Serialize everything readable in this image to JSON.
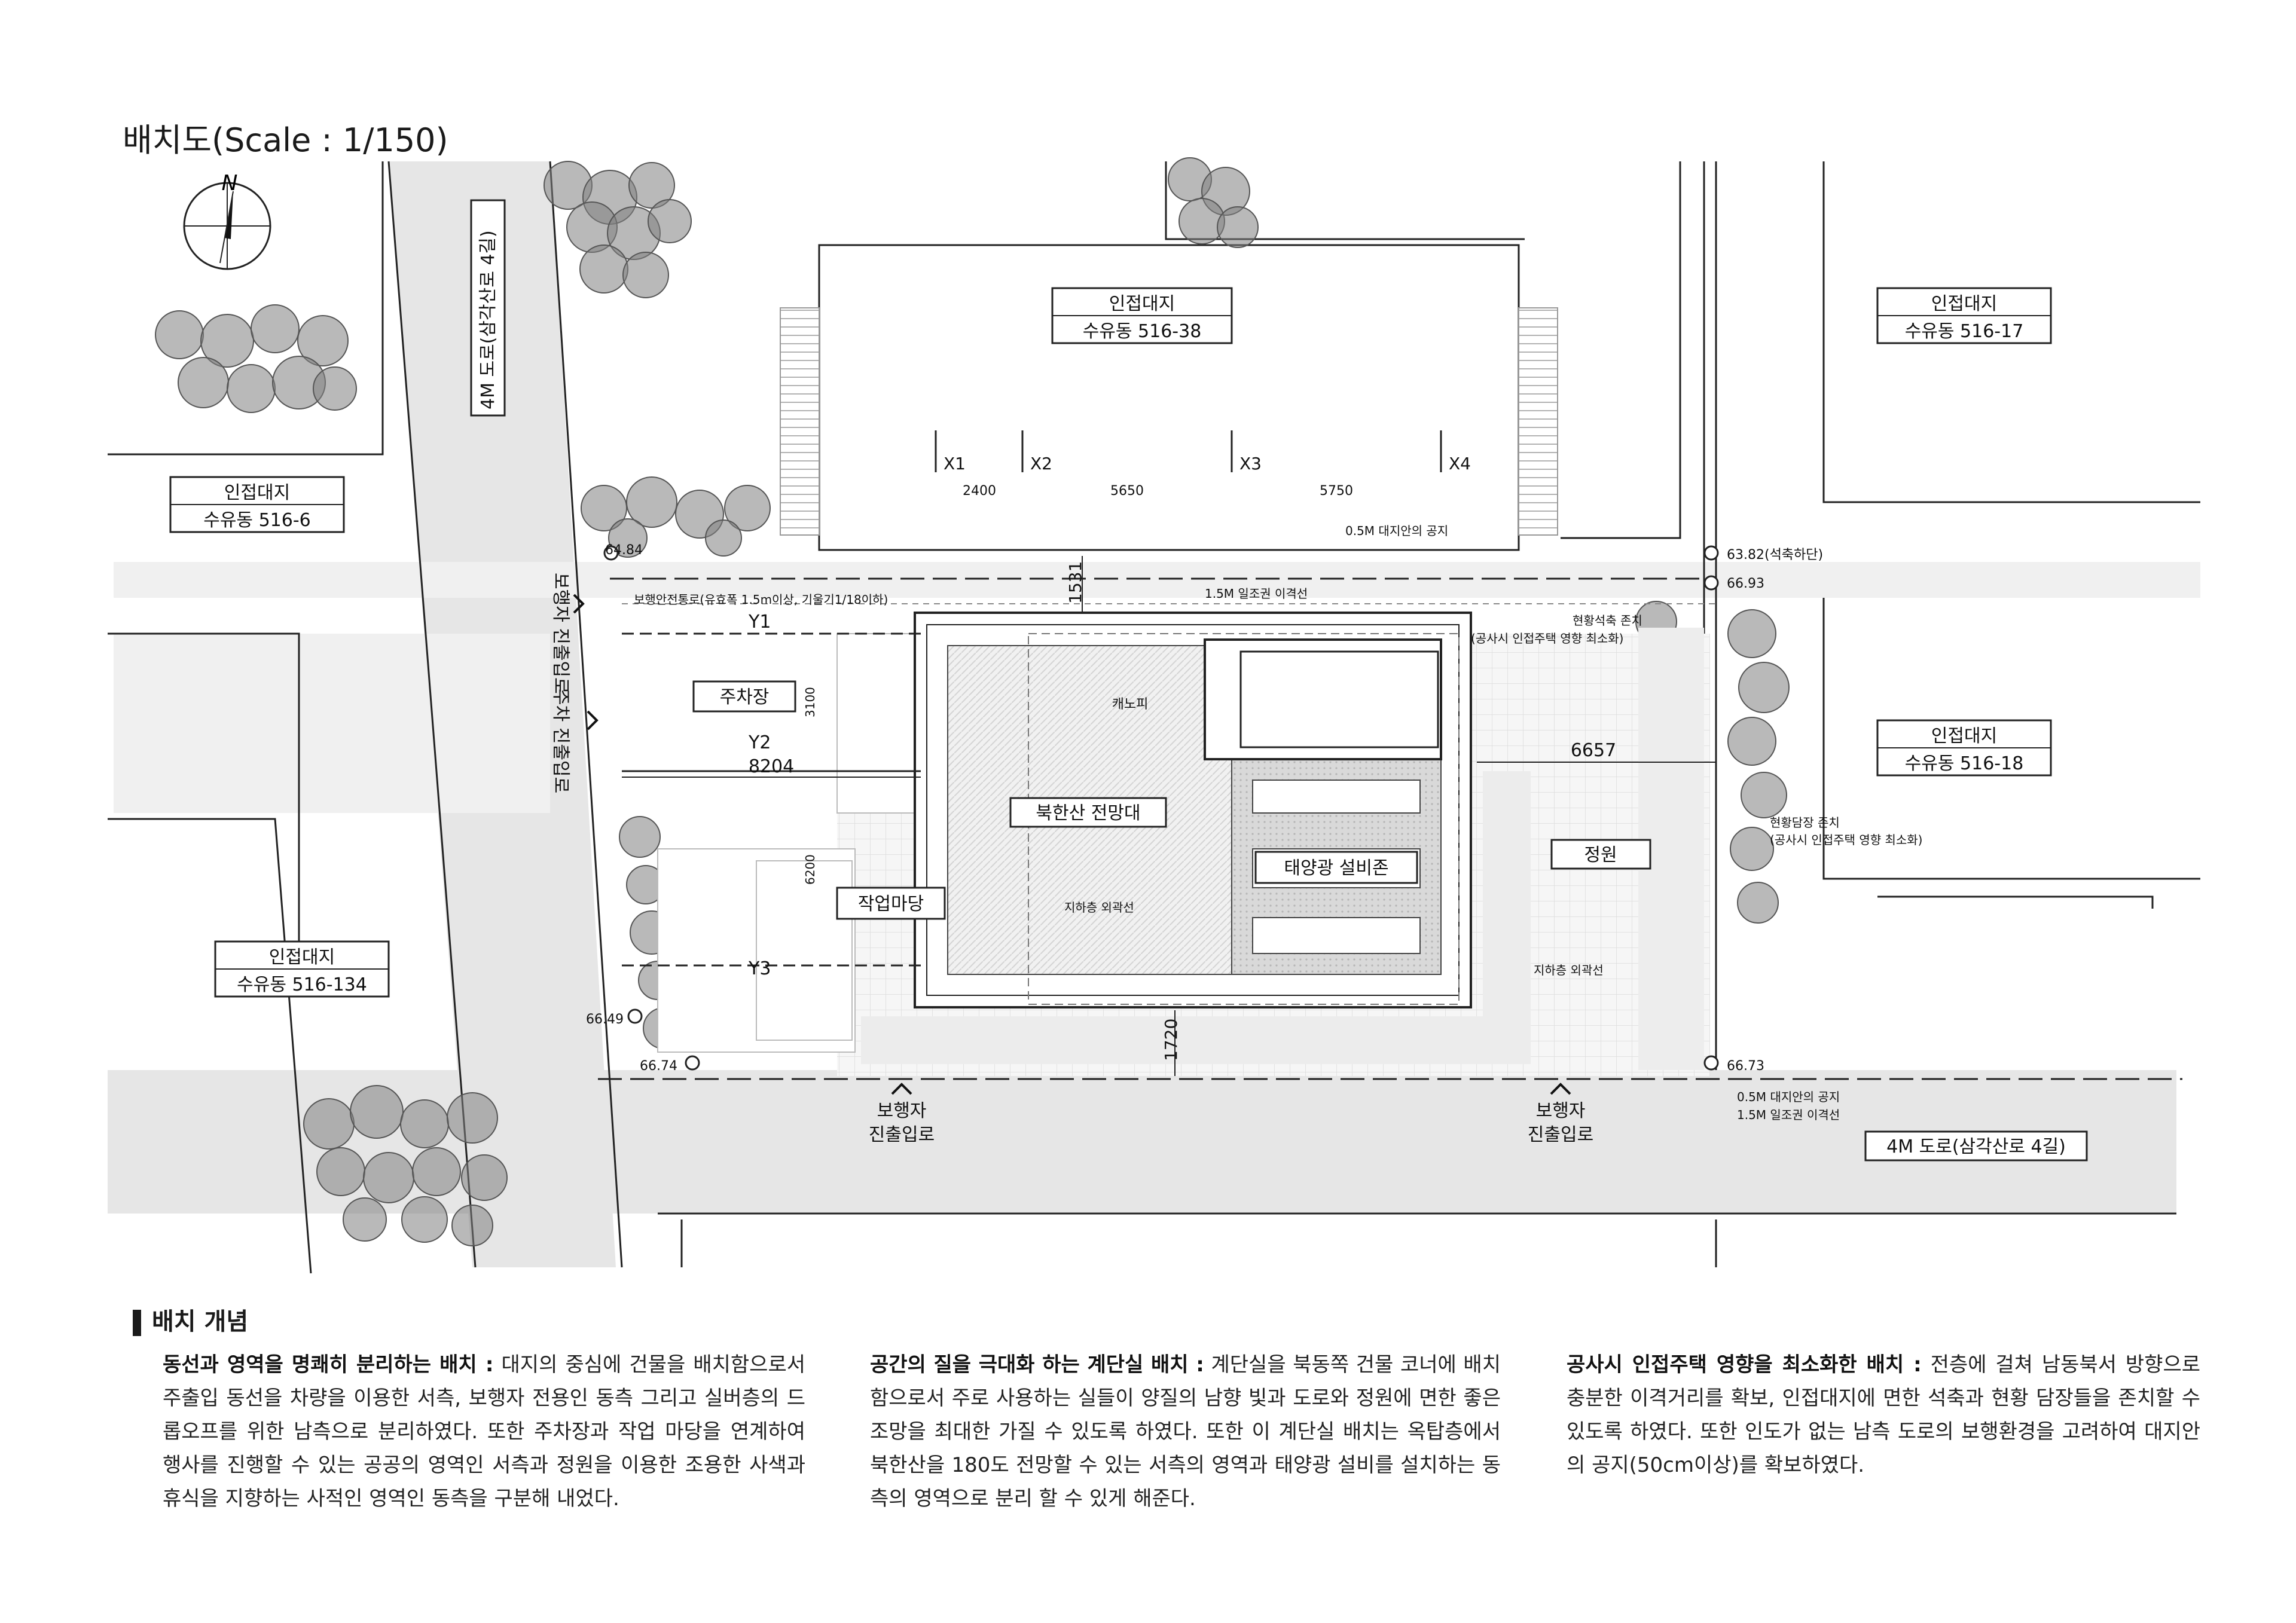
{
  "sheet_title": "배치도(Scale : 1/150)",
  "north": "N",
  "roads": {
    "west": "4M 도로(삼각산로 4길)",
    "south": "4M 도로(삼각산로 4길)"
  },
  "neighbors": [
    {
      "label": "인접대지",
      "addr": "수유동 516-38"
    },
    {
      "label": "인접대지",
      "addr": "수유동 516-17"
    },
    {
      "label": "인접대지",
      "addr": "수유동 516-6"
    },
    {
      "label": "인접대지",
      "addr": "수유동 516-18"
    },
    {
      "label": "인접대지",
      "addr": "수유동 516-134"
    }
  ],
  "axes": [
    "X1",
    "X2",
    "X3",
    "X4",
    "Y1",
    "Y2",
    "Y3"
  ],
  "dims": {
    "x12": "2400",
    "x23": "5650",
    "x34": "5750",
    "d1531": "1531",
    "d3100": "3100",
    "d8204": "8204",
    "d6200": "6200",
    "d1720": "1720",
    "d6657": "6657"
  },
  "levels": {
    "nw": "64.84",
    "ne": "63.82(석축하단)",
    "ne2": "66.93",
    "sw1": "66.49",
    "sw2": "66.74",
    "se": "66.73"
  },
  "zones": {
    "parking": "주차장",
    "workyard": "작업마당",
    "observatory": "북한산 전망대",
    "solar": "태양광 설비존",
    "garden": "정원",
    "canopy": "캐노피"
  },
  "notes": {
    "setback_top": "0.5M 대지안의 공지",
    "sunlight": "1.5M 일조권 이격선",
    "walkway": "보행안전통로(유효폭 1.5m이상, 기울기1/18이하)",
    "stone_wall": "현황석축 존치",
    "stone_wall_sub": "(공사시 인접주택 영향 최소화)",
    "fence_wall": "현황담장 존치",
    "fence_wall_sub": "(공사시 인접주택 영향 최소화)",
    "basement1": "지하층 외곽선",
    "basement2": "지하층 외곽선",
    "setback_bottom": "0.5M 대지안의 공지",
    "sunlight_bottom": "1.5M 일조권 이격선"
  },
  "entries": {
    "ped_west": "보행자 진출입로",
    "car_west": "주차 진출입로",
    "ped_south1": "보행자",
    "ped_south1b": "진출입로",
    "ped_south2": "보행자",
    "ped_south2b": "진출입로"
  },
  "concept": {
    "heading": "배치 개념",
    "columns": [
      {
        "title": "동선과 영역을 명쾌히 분리하는 배치 :",
        "body": "대지의 중심에 건물을 배치함으로서 주출입 동선을 차량을 이용한 서측, 보행자 전용인 동측 그리고 실버층의 드롭오프를 위한 남측으로 분리하였다. 또한 주차장과 작업 마당을 연계하여 행사를 진행할 수 있는 공공의 영역인 서측과 정원을 이용한 조용한 사색과 휴식을 지향하는 사적인 영역인 동측을 구분해 내었다."
      },
      {
        "title": "공간의 질을 극대화 하는 계단실 배치 :",
        "body": "계단실을 북동쪽 건물 코너에 배치함으로서 주로 사용하는 실들이 양질의 남향 빛과 도로와 정원에 면한 좋은 조망을 최대한 가질 수 있도록 하였다. 또한 이 계단실 배치는 옥탑층에서 북한산을 180도 전망할 수 있는 서측의 영역과 태양광 설비를 설치하는 동측의 영역으로 분리 할 수 있게 해준다."
      },
      {
        "title": "공사시 인접주택 영향을 최소화한 배치 :",
        "body": "전층에 걸쳐 남동북서 방향으로 충분한 이격거리를 확보, 인접대지에 면한 석축과 현황 담장들을 존치할 수 있도록 하였다. 또한 인도가 없는 남측 도로의 보행환경을 고려하여 대지안의 공지(50cm이상)를 확보하였다."
      }
    ]
  }
}
